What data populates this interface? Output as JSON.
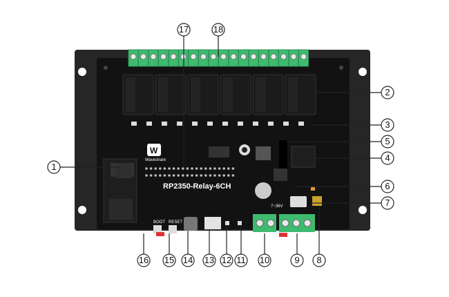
{
  "board": {
    "model": "RP2350-Relay-6CH",
    "brand": "Waveshare",
    "small_labels": {
      "boot": "BOOT",
      "reset": "RESET",
      "power": "7~36V"
    }
  },
  "callouts": [
    "1",
    "2",
    "3",
    "4",
    "5",
    "6",
    "7",
    "8",
    "9",
    "10",
    "11",
    "12",
    "13",
    "14",
    "15",
    "16",
    "17",
    "18"
  ],
  "colors": {
    "pcb": "#121212",
    "mount": "#262626",
    "terminal": "#3dbb6e",
    "relay": "#1b1b1b",
    "leader": "#222222"
  }
}
